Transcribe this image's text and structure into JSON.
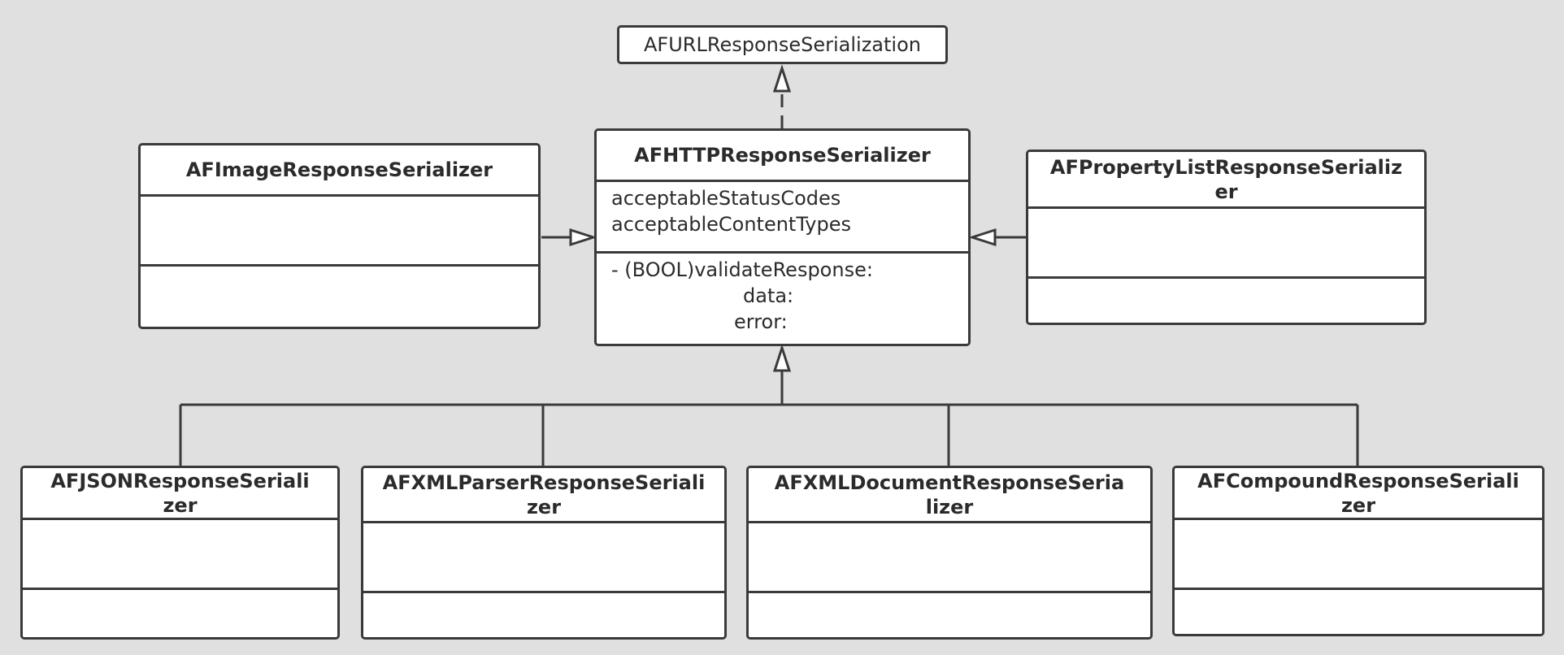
{
  "diagram": {
    "interface": {
      "name": "AFURLResponseSerialization"
    },
    "base_class": {
      "name": "AFHTTPResponseSerializer",
      "attributes": [
        "acceptableStatusCodes",
        "acceptableContentTypes"
      ],
      "operations": [
        "- (BOOL)validateResponse:",
        "data:",
        "error:"
      ]
    },
    "left_class": {
      "name": "AFImageResponseSerializer"
    },
    "right_class": {
      "name_line1": "AFPropertyListResponseSerializ",
      "name_line2": "er"
    },
    "subclasses": [
      {
        "name_line1": "AFJSONResponseSeriali",
        "name_line2": "zer"
      },
      {
        "name_line1": "AFXMLParserResponseSeriali",
        "name_line2": "zer"
      },
      {
        "name_line1": "AFXMLDocumentResponseSeria",
        "name_line2": "lizer"
      },
      {
        "name_line1": "AFCompoundResponseSeriali",
        "name_line2": "zer"
      }
    ],
    "colors": {
      "background": "#e0e0e0",
      "box_fill": "#ffffff",
      "stroke": "#3a3a3a"
    }
  }
}
